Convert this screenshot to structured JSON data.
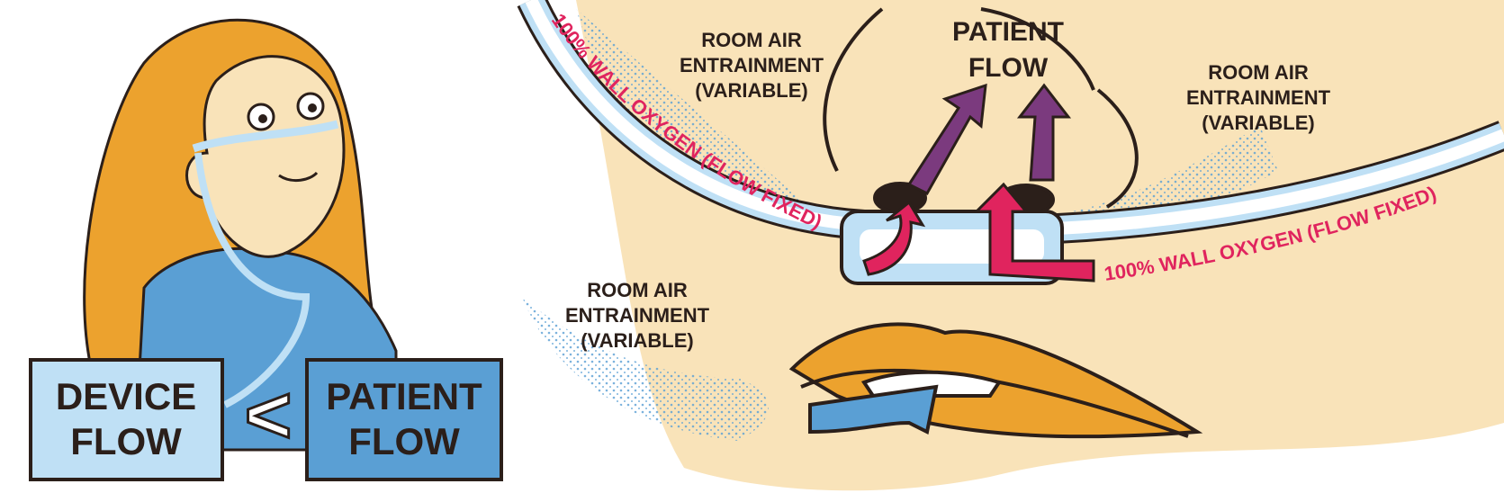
{
  "colors": {
    "skin": "#f9e3b9",
    "hair": "#eca22e",
    "gown": "#5a9fd4",
    "tube": "#bfe0f5",
    "arrow_purple": "#7b3a7e",
    "arrow_red": "#e0245e",
    "lips": "#eca22e",
    "device_box": "#bfe0f5",
    "patient_box": "#5a9fd4"
  },
  "left_panel": {
    "device_box": {
      "line1": "DEVICE",
      "line2": "FLOW"
    },
    "comparison": "<",
    "patient_box": {
      "line1": "PATIENT",
      "line2": "FLOW"
    }
  },
  "diagram": {
    "room_air_top_left": {
      "line1": "ROOM AIR",
      "line2": "ENTRAINMENT",
      "line3": "(VARIABLE)"
    },
    "patient_flow": {
      "line1": "PATIENT",
      "line2": "FLOW"
    },
    "room_air_top_right": {
      "line1": "ROOM AIR",
      "line2": "ENTRAINMENT",
      "line3": "(VARIABLE)"
    },
    "room_air_bottom": {
      "line1": "ROOM AIR",
      "line2": "ENTRAINMENT",
      "line3": "(VARIABLE)"
    },
    "wall_oxygen_left": "100% WALL OXYGEN (FLOW FIXED)",
    "wall_oxygen_right": "100% WALL OXYGEN (FLOW FIXED)"
  }
}
